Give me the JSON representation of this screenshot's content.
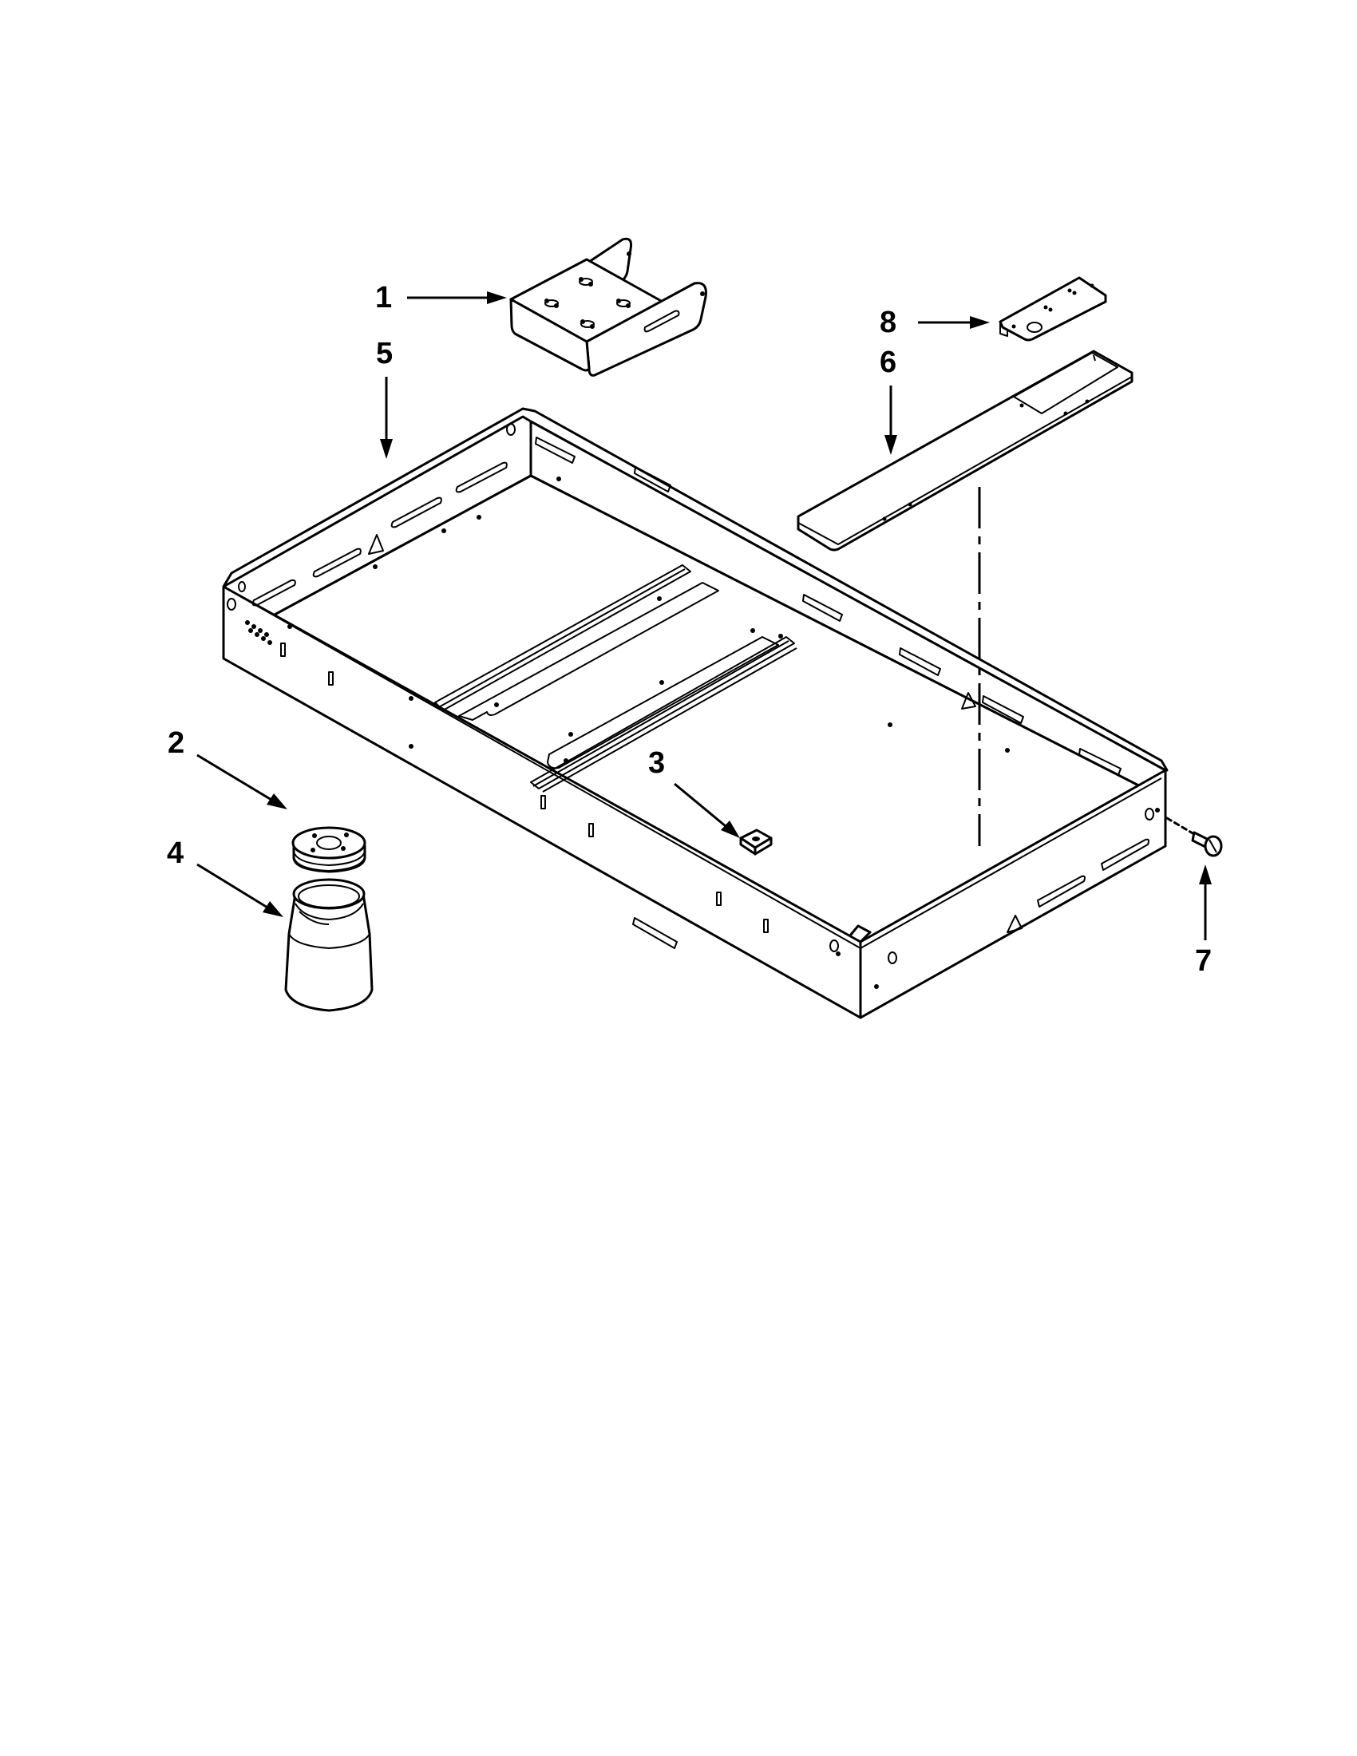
{
  "diagram": {
    "type": "exploded-parts-diagram",
    "callouts": [
      {
        "id": "1",
        "label": "1",
        "part": "mounting-bracket"
      },
      {
        "id": "2",
        "label": "2",
        "part": "leveling-foot-cap"
      },
      {
        "id": "3",
        "label": "3",
        "part": "nut-clip"
      },
      {
        "id": "4",
        "label": "4",
        "part": "leveling-foot-sleeve"
      },
      {
        "id": "5",
        "label": "5",
        "part": "base-frame"
      },
      {
        "id": "6",
        "label": "6",
        "part": "support-rail"
      },
      {
        "id": "7",
        "label": "7",
        "part": "screw"
      },
      {
        "id": "8",
        "label": "8",
        "part": "rail-bracket"
      }
    ]
  },
  "colors": {
    "line": "#000000",
    "background": "#ffffff"
  }
}
